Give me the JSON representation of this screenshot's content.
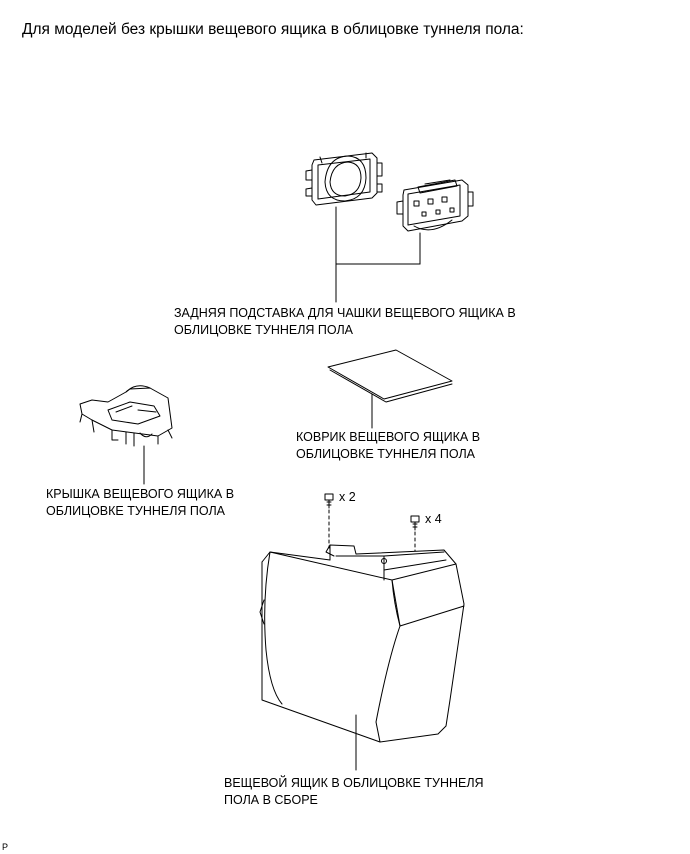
{
  "heading": "Для моделей без крышки вещевого ящика в облицовке туннеля пола:",
  "labels": {
    "rear_cup_holder": {
      "line1": "ЗАДНЯЯ ПОДСТАВКА ДЛЯ ЧАШКИ ВЕЩЕВОГО ЯЩИКА В",
      "line2": "ОБЛИЦОВКЕ ТУННЕЛЯ ПОЛА"
    },
    "mat": {
      "line1": "КОВРИК ВЕЩЕВОГО ЯЩИКА В",
      "line2": "ОБЛИЦОВКЕ ТУННЕЛЯ ПОЛА"
    },
    "cover": {
      "line1": "КРЫШКА ВЕЩЕВОГО ЯЩИКА В",
      "line2": "ОБЛИЦОВКЕ ТУННЕЛЯ ПОЛА"
    },
    "box_assembly": {
      "line1": "ВЕЩЕВОЙ ЯЩИК В ОБЛИЦОВКЕ ТУННЕЛЯ",
      "line2": "ПОЛА В СБОРЕ"
    }
  },
  "fasteners": {
    "left_qty": "x 2",
    "right_qty": "x 4"
  },
  "footer_code": "P"
}
